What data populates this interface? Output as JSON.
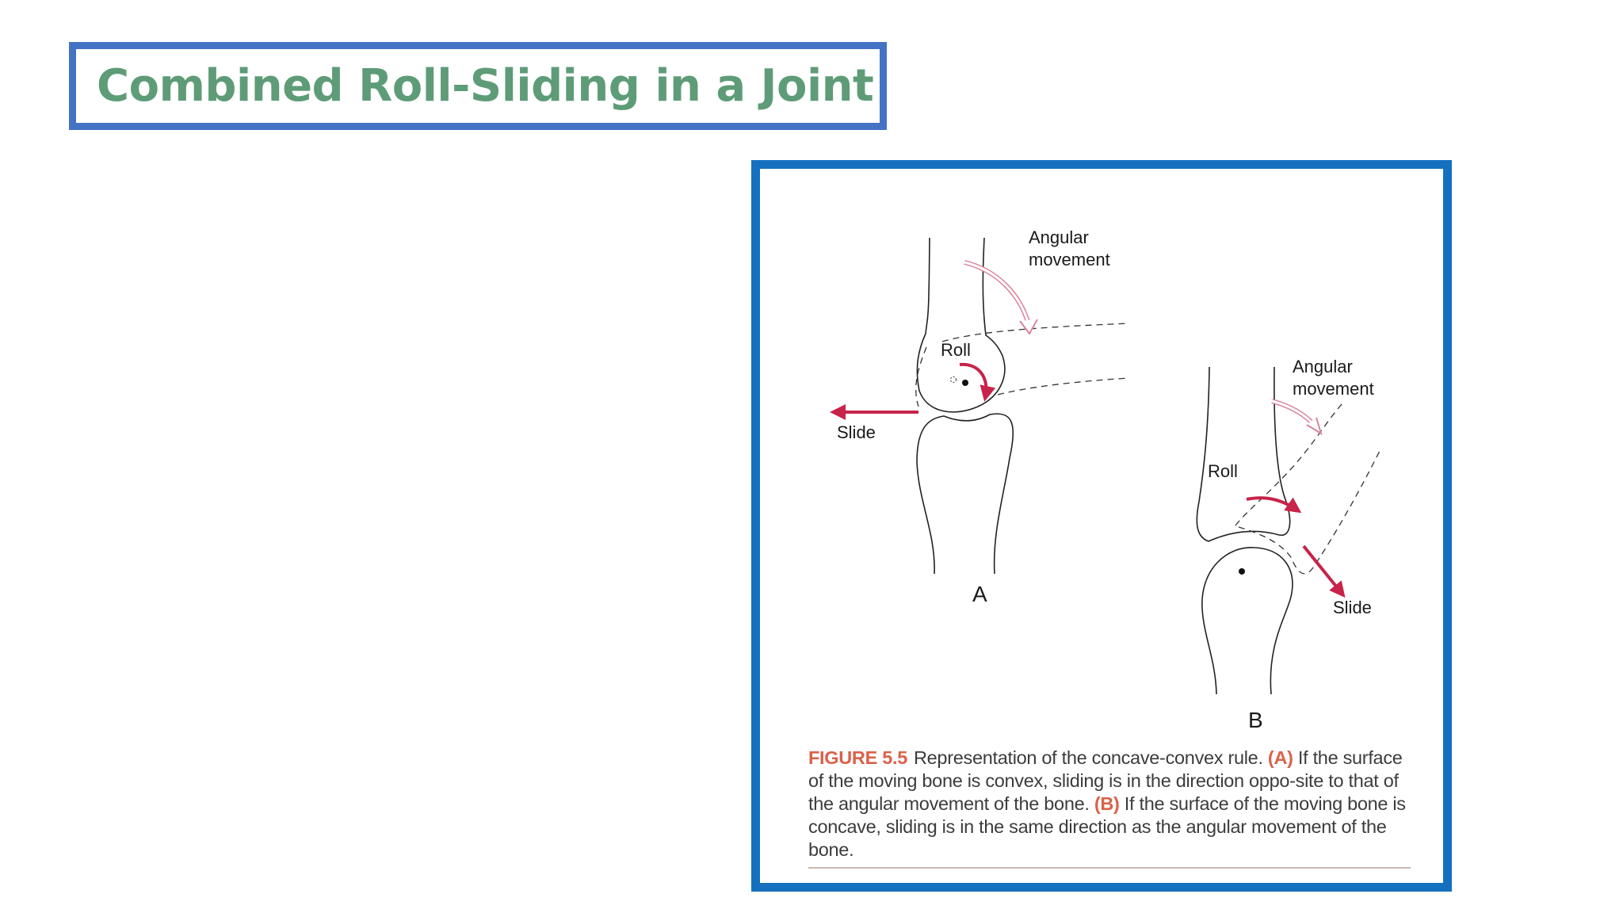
{
  "slide": {
    "title": "Combined Roll-Sliding in a Joint"
  },
  "figure": {
    "panel_a": {
      "angular_label_line1": "Angular",
      "angular_label_line2": "movement",
      "roll_label": "Roll",
      "slide_label": "Slide",
      "letter": "A"
    },
    "panel_b": {
      "angular_label_line1": "Angular",
      "angular_label_line2": "movement",
      "roll_label": "Roll",
      "slide_label": "Slide",
      "letter": "B"
    },
    "caption": {
      "figure_number": "FIGURE 5.5",
      "text_1": "Representation of the concave-convex rule. ",
      "ref_a": "(A)",
      "text_2": " If the surface of the moving bone is convex, sliding is in the direction oppo-site to that of the angular movement of the bone. ",
      "ref_b": "(B)",
      "text_3": " If the surface of the moving bone is concave, sliding is in the same direction as the angular movement of the bone."
    }
  },
  "colors": {
    "title_text": "#5e9c78",
    "title_border": "#4472c4",
    "figure_border": "#1570c0",
    "arrow_red": "#c8234a",
    "caption_accent": "#d9624a"
  }
}
